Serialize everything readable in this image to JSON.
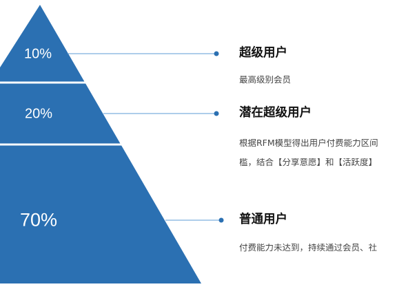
{
  "colors": {
    "pyramid": "#2b70b2",
    "separator": "#ffffff",
    "connector": "#5b9bd5",
    "dot": "#2b70b2"
  },
  "tiers": [
    {
      "percent": "10%",
      "title": "超级用户",
      "description": [
        "最高级别会员"
      ]
    },
    {
      "percent": "20%",
      "title": "潜在超级用户",
      "description": [
        "根据RFM模型得出用户付费能力区间",
        "槛，结合【分享意愿】和【活跃度】"
      ]
    },
    {
      "percent": "70%",
      "title": "普通用户",
      "description": [
        "付费能力未达到，持续通过会员、社"
      ]
    }
  ]
}
